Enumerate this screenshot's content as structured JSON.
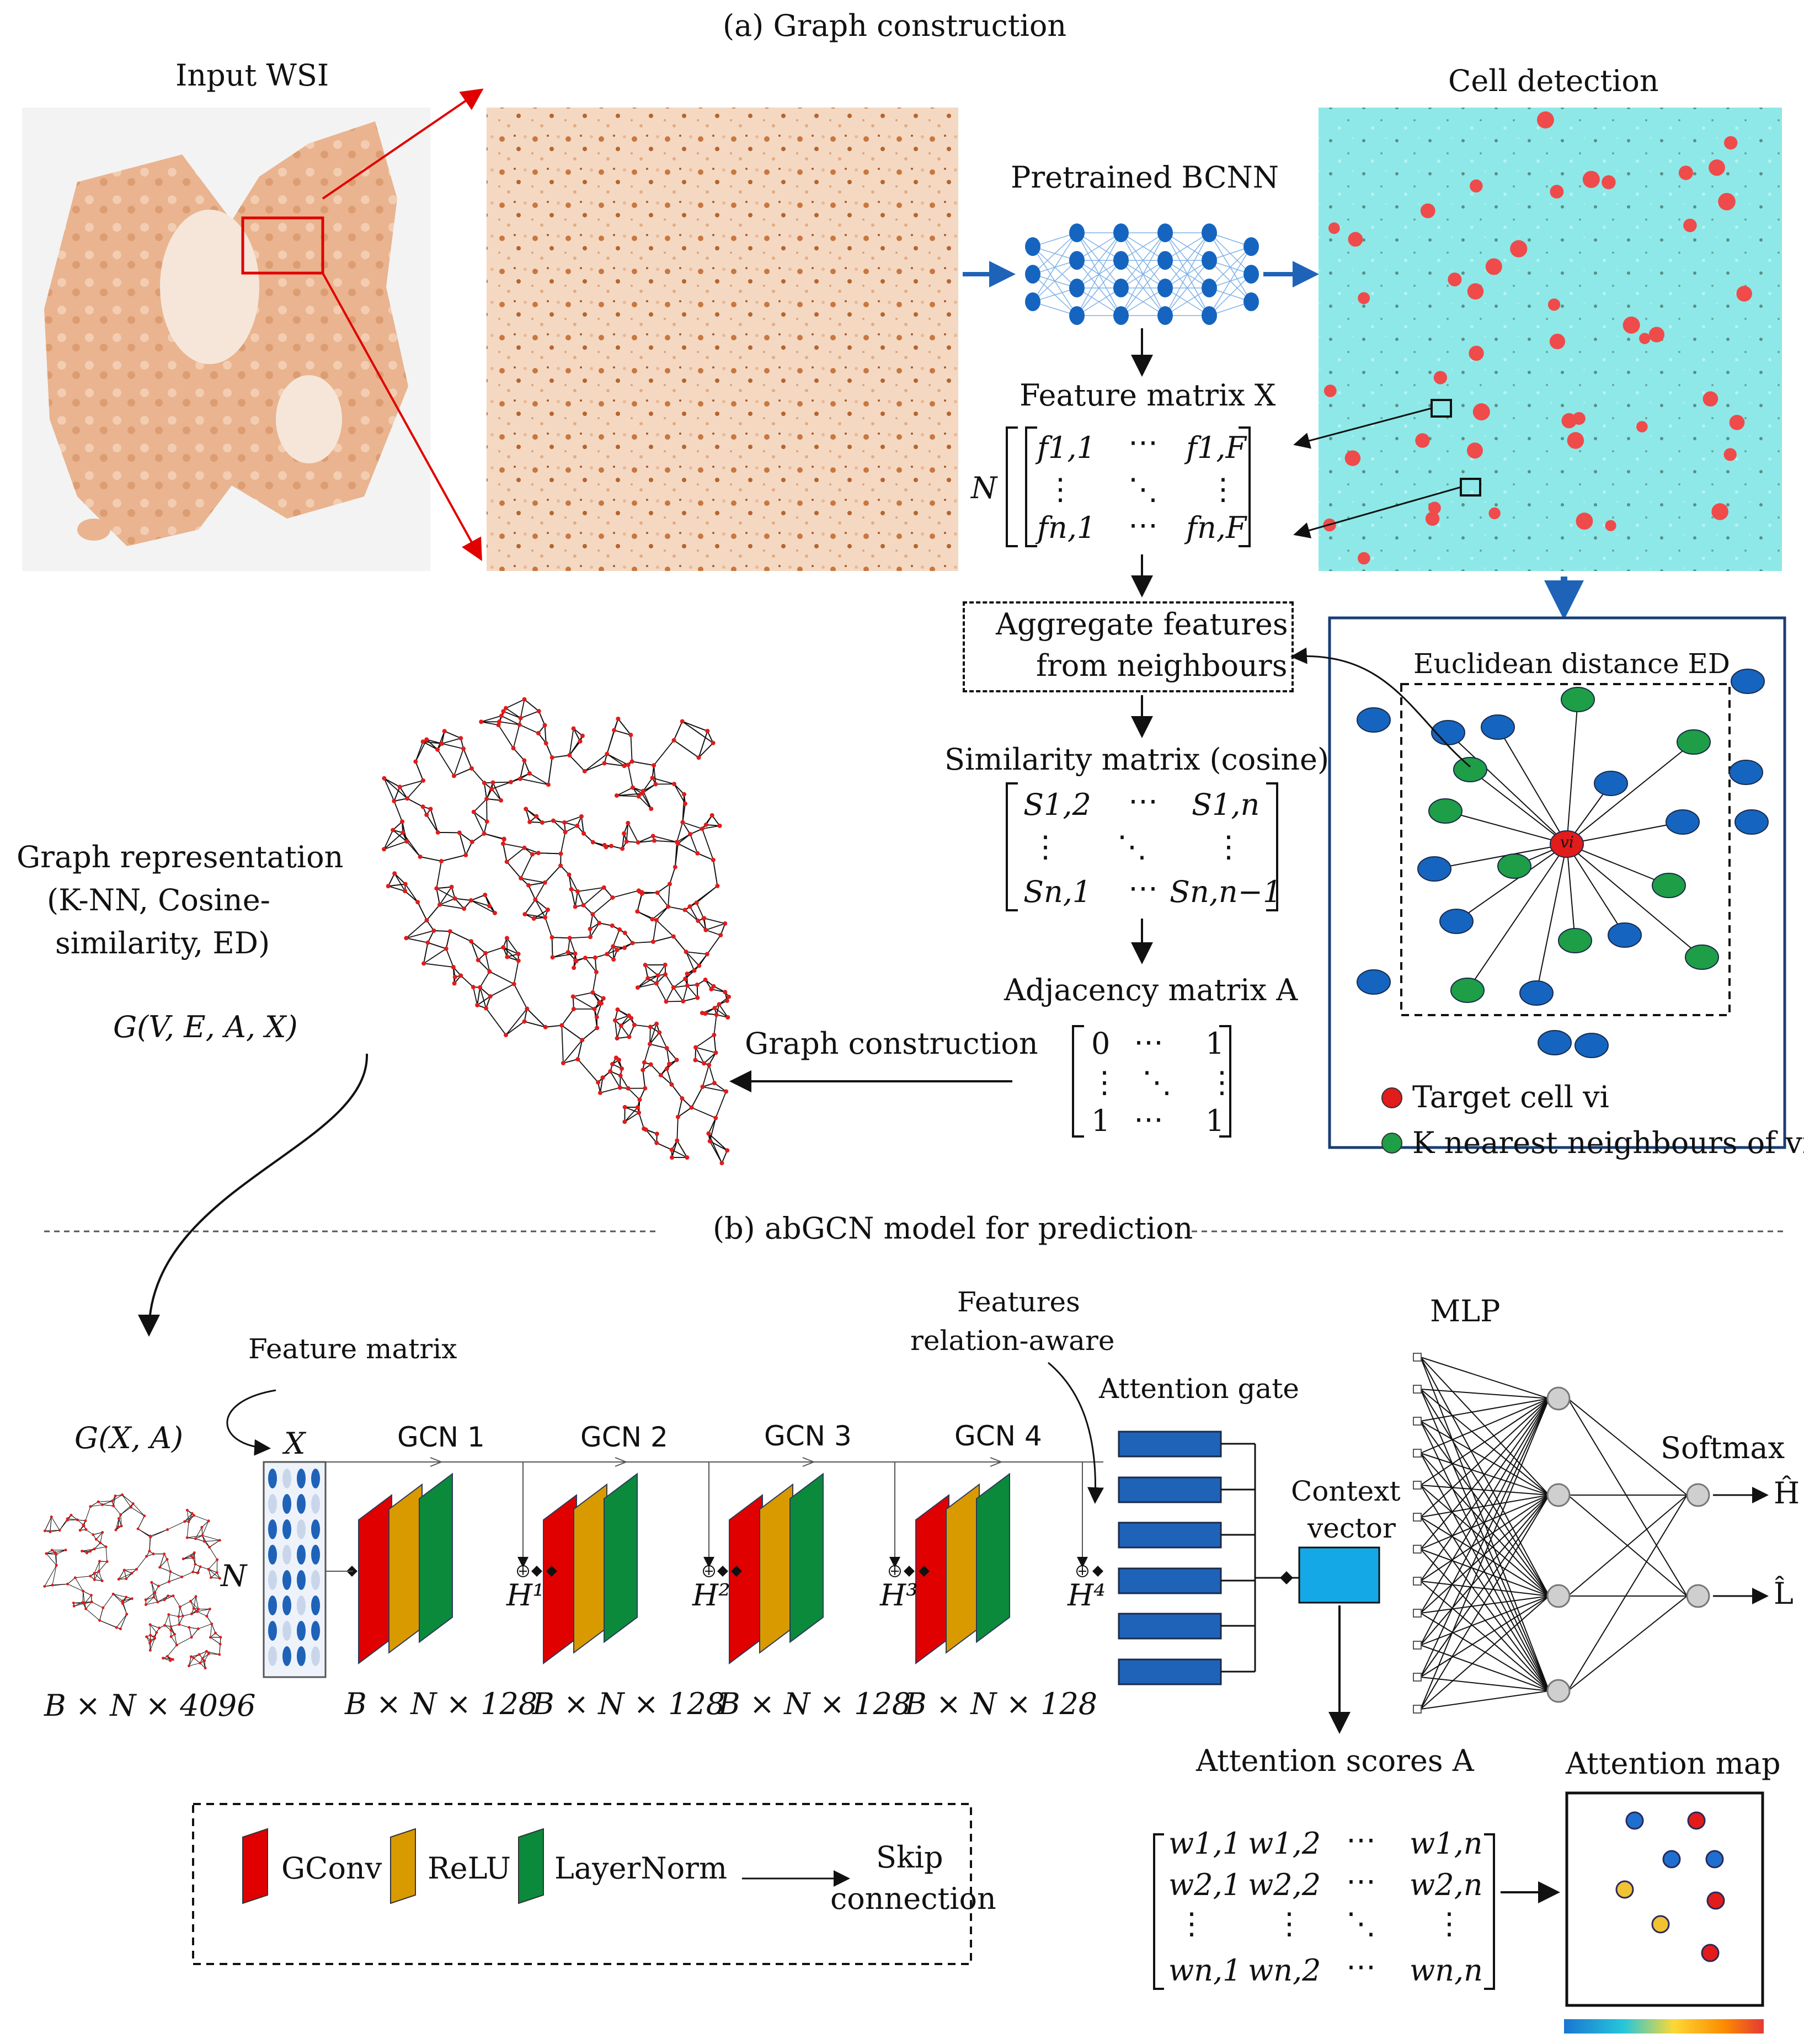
{
  "section_a": {
    "title": "(a) Graph construction",
    "input_wsi": "Input WSI",
    "cell_detection": "Cell detection",
    "pretrained": "Pretrained BCNN",
    "feature_matrix": "Feature matrix X",
    "matrix_x": {
      "N": "N",
      "f11": "f1,1",
      "dots_h": "⋯",
      "f1F": "f1,F",
      "dots_v": "⋮",
      "dots_d": "⋱",
      "fn1": "fn,1",
      "fnF": "fn,F"
    },
    "aggregate": [
      "Aggregate features",
      "from neighbours"
    ],
    "similarity": "Similarity matrix (cosine)",
    "matrix_s": {
      "s12": "S1,2",
      "s1n": "S1,n",
      "sn1": "Sn,1",
      "snn": "Sn,n−1"
    },
    "adjacency": "Adjacency matrix A",
    "matrix_a": {
      "a11": "0",
      "a1n": "1",
      "an1": "1",
      "ann": "1"
    },
    "graph_construction": "Graph construction",
    "graph_repr": [
      "Graph representation",
      "(K-NN, Cosine-",
      "similarity, ED)"
    ],
    "graph_g": "G(V, E, A, X)",
    "euclidean": "Euclidean distance ED",
    "target_node": "vi",
    "legend_target": "Target cell vi",
    "legend_knn": "K nearest neighbours of vi"
  },
  "section_b": {
    "title": "(b) abGCN model for prediction",
    "feature_matrix": "Feature matrix",
    "features_relation": [
      "Features",
      "relation-aware"
    ],
    "mlp": "MLP",
    "attention_gate": "Attention gate",
    "context": [
      "Context",
      "vector"
    ],
    "softmax": "Softmax",
    "out_h": "Ĥ",
    "out_l": "L̂",
    "gxa": "G(X, A)",
    "x_label": "X",
    "n_label": "N",
    "gcn": [
      "GCN 1",
      "GCN 2",
      "GCN 3",
      "GCN 4"
    ],
    "h": [
      "H¹",
      "H²",
      "H³",
      "H⁴"
    ],
    "dims_input": "B × N × 4096",
    "dims_gcn": [
      "B × N × 128",
      "B × N × 128",
      "B × N × 128",
      "B × N × 128"
    ],
    "attention_scores": "Attention scores A",
    "attention_map": "Attention map",
    "matrix_w": {
      "r1": [
        "w1,1",
        "w1,2",
        "⋯",
        "w1,n"
      ],
      "r2": [
        "w2,1",
        "w2,2",
        "⋯",
        "w2,n"
      ],
      "r3": [
        "⋮",
        "⋮",
        "⋱",
        "⋮"
      ],
      "r4": [
        "wn,1",
        "wn,2",
        "⋯",
        "wn,n"
      ]
    },
    "legend": {
      "gconv": "GConv",
      "relu": "ReLU",
      "layernorm": "LayerNorm",
      "skip": [
        "Skip",
        "connection"
      ]
    }
  },
  "colors": {
    "gconv": "#e00000",
    "relu": "#d99a00",
    "layernorm": "#0a8a3a",
    "node_blue": "#1565c0",
    "node_green": "#1e9e46",
    "node_red": "#e21b1b",
    "attention_bar": "#1f63b8",
    "context": "#14a9e6",
    "cyan_tissue": "#7fe6e6",
    "tissue": "#e9b48f"
  }
}
